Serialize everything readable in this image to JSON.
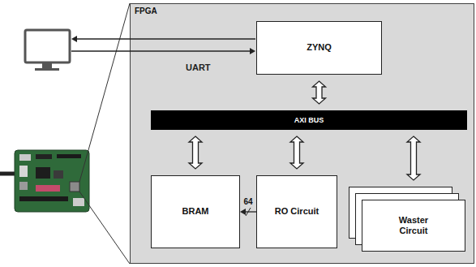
{
  "diagram": {
    "nodes": [
      {
        "text": [
          "FPGA"
        ]
      },
      {
        "text": [
          "ZYNQ"
        ],
        "in": 0
      },
      {
        "text": [
          "AXI BUS"
        ],
        "in": 0
      },
      {
        "text": [
          "BRAM"
        ],
        "in": 0
      },
      {
        "text": [
          "RO Circuit"
        ],
        "in": 0
      },
      {
        "text": [
          "Waster Circuit"
        ],
        "in": 0
      }
    ],
    "edges": [
      {
        "from": 1,
        "to": 2,
        "arrow": "both"
      },
      {
        "from": 2,
        "to": 3,
        "arrow": "both"
      },
      {
        "from": 2,
        "to": 4,
        "arrow": "both"
      },
      {
        "from": 2,
        "to": 5,
        "arrow": "both"
      },
      {
        "from": 4,
        "to": 3,
        "arrow": "to",
        "label": "64"
      }
    ],
    "labels": [
      "UART"
    ]
  }
}
